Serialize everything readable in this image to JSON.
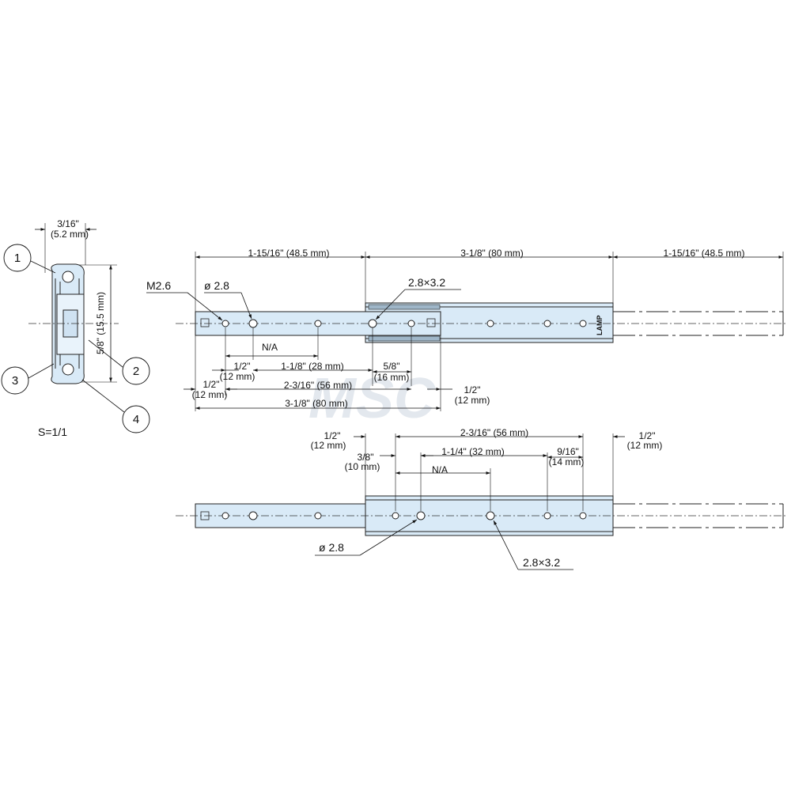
{
  "colors": {
    "rail_fill": "#d9eaf7",
    "rail_stroke": "#222222",
    "line": "#111111",
    "background": "#ffffff",
    "watermark": "#e3e8ee"
  },
  "watermark": "MSC",
  "cross_section": {
    "width_dim": {
      "imperial": "3/16\"",
      "metric": "(5.2 mm)"
    },
    "height_dim": "5/8\" (15.5 mm)",
    "callouts": [
      "1",
      "2",
      "3",
      "4"
    ],
    "scale": "S=1/1"
  },
  "top_view": {
    "dims_top": [
      "1-15/16\" (48.5 mm)",
      "3-1/8\" (80 mm)",
      "1-15/16\" (48.5 mm)"
    ],
    "labels": {
      "thread": "M2.6",
      "dia": "ø 2.8",
      "slot": "2.8×3.2"
    },
    "dims_below": {
      "na": "N/A",
      "half_a_imp": "1/2\"",
      "half_a_met": "(12 mm)",
      "one_eighth": "1-1/8\" (28 mm)",
      "five_eighths_imp": "5/8\"",
      "five_eighths_met": "(16 mm)",
      "half_b_imp": "1/2\"",
      "half_b_met": "(12 mm)",
      "two_3_16": "2-3/16\" (56 mm)",
      "half_c_imp": "1/2\"",
      "half_c_met": "(12 mm)",
      "three_eighth_total": "3-1/8\" (80 mm)"
    },
    "logo": "LAMP"
  },
  "bottom_view": {
    "dims": {
      "half_l_imp": "1/2\"",
      "half_l_met": "(12 mm)",
      "two_3_16": "2-3/16\" (56 mm)",
      "half_r_imp": "1/2\"",
      "half_r_met": "(12 mm)",
      "three_eighths_imp": "3/8\"",
      "three_eighths_met": "(10 mm)",
      "one_quarter": "1-1/4\" (32 mm)",
      "nine_16_imp": "9/16\"",
      "nine_16_met": "(14 mm)",
      "na": "N/A"
    },
    "labels": {
      "dia": "ø 2.8",
      "slot": "2.8×3.2"
    }
  }
}
